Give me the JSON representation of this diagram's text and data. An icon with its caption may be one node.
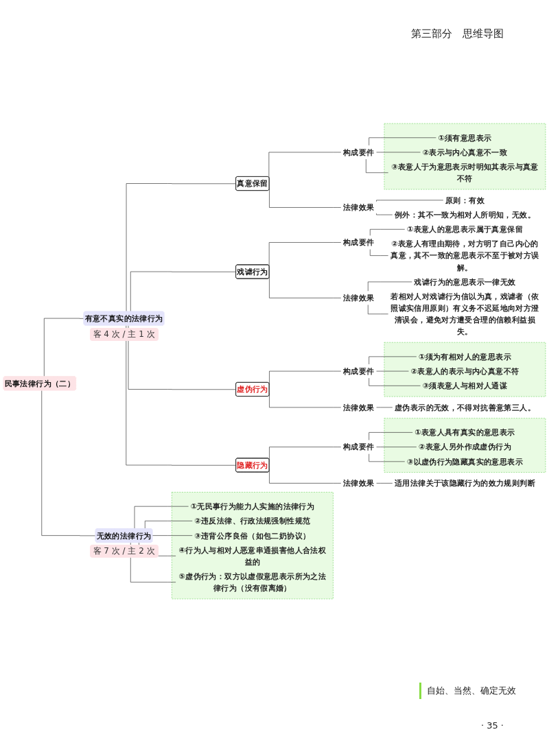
{
  "diagram": {
    "nodes": [
      {
        "text": [
          "民事法律行为（二）"
        ]
      },
      {
        "text": [
          "有意不真实的法律行为"
        ],
        "beside": [
          "客 4 次 / 主 1 次"
        ]
      },
      {
        "text": [
          "真意保留"
        ]
      },
      {
        "text": [
          "构成要件"
        ]
      },
      {
        "text": [],
        "shape": "box"
      },
      {
        "text": [
          "①须有意思表示"
        ],
        "in": 4
      },
      {
        "text": [
          "②表示与内心真意不一致"
        ],
        "in": 4
      },
      {
        "text": [
          "③表意人于为意思表示时明知其表示与真意不符"
        ],
        "in": 4
      },
      {
        "text": [
          "法律效果"
        ]
      },
      {
        "text": [
          "原则：有效"
        ]
      },
      {
        "text": [
          "例外：其不一致为相对人所明知，无效。"
        ]
      },
      {
        "text": [
          "戏谑行为"
        ]
      },
      {
        "text": [
          "构成要件"
        ]
      },
      {
        "text": [
          "①表意人的意思表示属于真意保留"
        ]
      },
      {
        "text": [
          "②表意人有理由期待，对方明了自己内心的真意，其不一致的意思表示不至于被对方误解。"
        ]
      },
      {
        "text": [
          "法律效果"
        ]
      },
      {
        "text": [
          "戏谑行为的意思表示一律无效"
        ]
      },
      {
        "text": [
          "若相对人对戏谑行为信以为真，戏谑者（依照诚实信用原则）有义务不迟延地向对方澄清误会，避免对方遭受合理的信赖利益损失。"
        ]
      },
      {
        "text": [
          "虚伪行为"
        ]
      },
      {
        "text": [
          "构成要件"
        ]
      },
      {
        "text": [],
        "shape": "box"
      },
      {
        "text": [
          "①须为有相对人的意思表示"
        ],
        "in": 20
      },
      {
        "text": [
          "②表意人的表示与内心真意不符"
        ],
        "in": 20
      },
      {
        "text": [
          "③须表意人与相对人通谋"
        ],
        "in": 20
      },
      {
        "text": [
          "法律效果"
        ]
      },
      {
        "text": [
          "虚伪表示的无效，不得对抗善意第三人。"
        ]
      },
      {
        "text": [
          "隐藏行为"
        ]
      },
      {
        "text": [
          "构成要件"
        ]
      },
      {
        "text": [],
        "shape": "box"
      },
      {
        "text": [
          "①表意人具有真实的意思表示"
        ],
        "in": 28
      },
      {
        "text": [
          "②表意人另外作成虚伪行为"
        ],
        "in": 28
      },
      {
        "text": [
          "③以虚伪行为隐藏真实的意思表示"
        ],
        "in": 28
      },
      {
        "text": [
          "法律效果"
        ]
      },
      {
        "text": [
          "适用法律关于该隐藏行为的效力规则判断"
        ]
      },
      {
        "text": [
          "无效的法律行为"
        ],
        "beside": [
          "客 7 次 / 主 2 次"
        ]
      },
      {
        "text": [],
        "shape": "box"
      },
      {
        "text": [
          "①无民事行为能力人实施的法律行为"
        ],
        "in": 35
      },
      {
        "text": [
          "②违反法律、行政法规强制性规范"
        ],
        "in": 35
      },
      {
        "text": [
          "③违背公序良俗（如包二奶协议）"
        ],
        "in": 35
      },
      {
        "text": [
          "④行为人与相对人恶意串通损害他人合法权益的"
        ],
        "in": 35
      },
      {
        "text": [
          "⑤虚伪行为：双方以虚假意思表示所为之法律行为（没有假离婚）"
        ],
        "in": 35
      }
    ],
    "edges": [
      {
        "from": 0,
        "to": 1,
        "arrow": "none"
      },
      {
        "from": 0,
        "to": 34,
        "arrow": "none"
      },
      {
        "from": 1,
        "to": 2,
        "arrow": "none"
      },
      {
        "from": 1,
        "to": 11,
        "arrow": "none"
      },
      {
        "from": 1,
        "to": 18,
        "arrow": "none"
      },
      {
        "from": 1,
        "to": 26,
        "arrow": "none"
      },
      {
        "from": 2,
        "to": 3,
        "arrow": "none"
      },
      {
        "from": 2,
        "to": 8,
        "arrow": "none"
      },
      {
        "from": 3,
        "to": 5,
        "arrow": "none"
      },
      {
        "from": 3,
        "to": 6,
        "arrow": "none"
      },
      {
        "from": 3,
        "to": 7,
        "arrow": "none"
      },
      {
        "from": 8,
        "to": 9,
        "arrow": "none"
      },
      {
        "from": 8,
        "to": 10,
        "arrow": "none"
      },
      {
        "from": 11,
        "to": 12,
        "arrow": "none"
      },
      {
        "from": 11,
        "to": 15,
        "arrow": "none"
      },
      {
        "from": 12,
        "to": 13,
        "arrow": "none"
      },
      {
        "from": 12,
        "to": 14,
        "arrow": "none"
      },
      {
        "from": 15,
        "to": 16,
        "arrow": "none"
      },
      {
        "from": 15,
        "to": 17,
        "arrow": "none"
      },
      {
        "from": 18,
        "to": 19,
        "arrow": "none"
      },
      {
        "from": 18,
        "to": 24,
        "arrow": "none"
      },
      {
        "from": 19,
        "to": 21,
        "arrow": "none"
      },
      {
        "from": 19,
        "to": 22,
        "arrow": "none"
      },
      {
        "from": 19,
        "to": 23,
        "arrow": "none"
      },
      {
        "from": 24,
        "to": 25,
        "arrow": "none"
      },
      {
        "from": 26,
        "to": 27,
        "arrow": "none"
      },
      {
        "from": 26,
        "to": 32,
        "arrow": "none"
      },
      {
        "from": 27,
        "to": 29,
        "arrow": "none"
      },
      {
        "from": 27,
        "to": 30,
        "arrow": "none"
      },
      {
        "from": 27,
        "to": 31,
        "arrow": "none"
      },
      {
        "from": 32,
        "to": 33,
        "arrow": "none"
      },
      {
        "from": 34,
        "to": 36,
        "arrow": "none"
      },
      {
        "from": 34,
        "to": 37,
        "arrow": "none"
      },
      {
        "from": 34,
        "to": 38,
        "arrow": "none"
      },
      {
        "from": 34,
        "to": 39,
        "arrow": "none"
      },
      {
        "from": 34,
        "to": 40,
        "arrow": "none"
      }
    ],
    "labels": [
      "第三部分　思维导图",
      "自始、当然、确定无效",
      "· 35 ·"
    ]
  }
}
